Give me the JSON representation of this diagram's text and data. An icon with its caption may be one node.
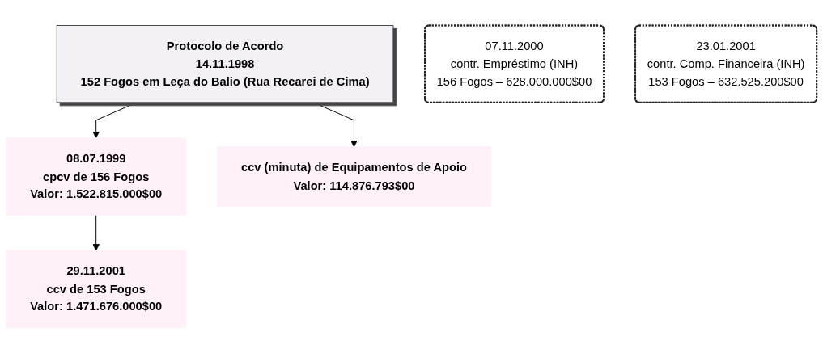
{
  "diagram": {
    "nodes": [
      {
        "text": [
          "Protocolo de Acordo",
          "14.11.1998",
          "152 Fogos em Leça do Balio (Rua Recarei de Cima)"
        ]
      },
      {
        "text": [
          "08.07.1999",
          "cpcv de 156 Fogos",
          "Valor: 1.522.815.000$00"
        ]
      },
      {
        "text": [
          "29.11.2001",
          "ccv de 153 Fogos",
          "Valor: 1.471.676.000$00"
        ]
      },
      {
        "text": [
          "ccv (minuta) de Equipamentos de Apoio",
          "Valor: 114.876.793$00"
        ]
      },
      {
        "text": [
          "07.11.2000",
          "contr. Empréstimo (INH)",
          "156 Fogos – 628.000.000$00"
        ]
      },
      {
        "text": [
          "23.01.2001",
          "contr. Comp. Financeira (INH)",
          "153 Fogos – 632.525.200$00"
        ]
      }
    ],
    "edges": [
      {
        "from": 0,
        "to": 1,
        "arrow": "to"
      },
      {
        "from": 0,
        "to": 3,
        "arrow": "to"
      },
      {
        "from": 1,
        "to": 2,
        "arrow": "to"
      }
    ]
  }
}
